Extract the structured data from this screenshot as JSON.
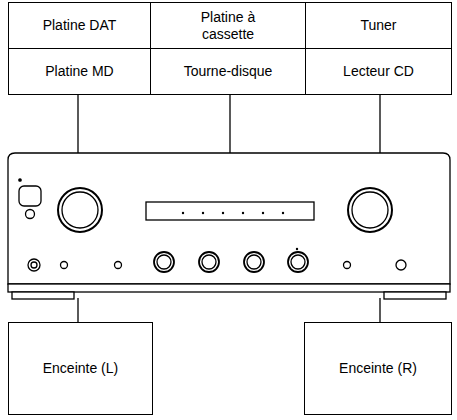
{
  "diagram": {
    "nodes": [
      {
        "text": [
          "Platine DAT"
        ]
      },
      {
        "text": [
          "Platine à cassette"
        ]
      },
      {
        "text": [
          "Tuner"
        ]
      },
      {
        "text": [
          "Platine MD"
        ]
      },
      {
        "text": [
          "Tourne-disque"
        ]
      },
      {
        "text": [
          "Lecteur CD"
        ]
      },
      {
        "text": [
          "Enceinte (L)"
        ]
      },
      {
        "text": [
          "Enceinte (R)"
        ]
      }
    ]
  }
}
